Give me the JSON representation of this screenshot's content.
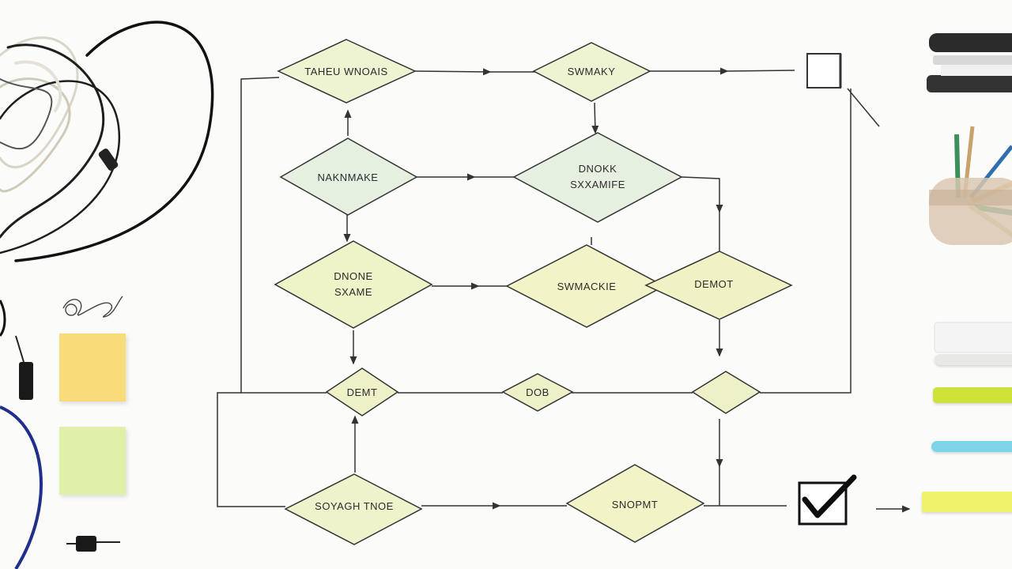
{
  "diagram": {
    "nodes": [
      {
        "id": "d1",
        "label": [
          "TAHEU WNOAIS"
        ],
        "fill": "#eef3d2"
      },
      {
        "id": "d2",
        "label": [
          "SWMAKY"
        ],
        "fill": "#eef3d2"
      },
      {
        "id": "d3",
        "label": [
          "NAKNMAKE"
        ],
        "fill": "#e6f0e0"
      },
      {
        "id": "d4",
        "label": [
          "DNOKK",
          "SXXAMIFE"
        ],
        "fill": "#e6f0e0"
      },
      {
        "id": "d5",
        "label": [
          "DNONE",
          "SXAME"
        ],
        "fill": "#eff3c8"
      },
      {
        "id": "d6",
        "label": [
          "SWMACKIE"
        ],
        "fill": "#f2f3c6"
      },
      {
        "id": "d7",
        "label": [
          "DEMOT"
        ],
        "fill": "#f1f2c4"
      },
      {
        "id": "d8",
        "label": [
          "DEMT"
        ],
        "fill": "#eef1c7"
      },
      {
        "id": "d9",
        "label": [
          "DOB"
        ],
        "fill": "#eef1c7"
      },
      {
        "id": "d10",
        "label": [
          ""
        ],
        "fill": "#eef1c7"
      },
      {
        "id": "d11",
        "label": [
          "SOYAGH TNOE"
        ],
        "fill": "#eef3cb"
      },
      {
        "id": "d12",
        "label": [
          "SNOPMT"
        ],
        "fill": "#f2f3c6"
      }
    ],
    "end_box": {
      "checked": true
    }
  },
  "desk": {
    "sticky_colors": [
      "#f9dc7a",
      "#dff0a8"
    ],
    "pen_colors": [
      "#e8e9e6",
      "#cfe23a",
      "#7fd3ea",
      "#eff26a"
    ]
  }
}
